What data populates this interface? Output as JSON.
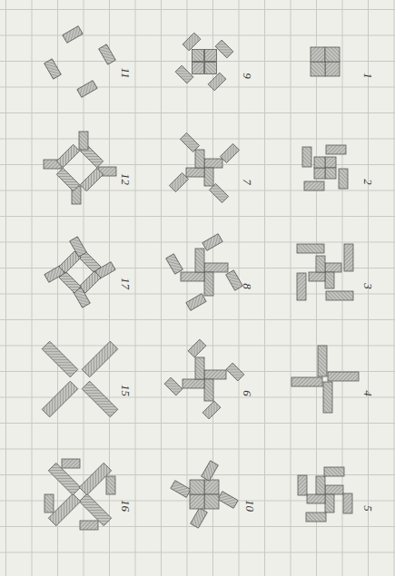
{
  "diagram": {
    "labels": [
      "1",
      "2",
      "3",
      "4",
      "5",
      "9",
      "7",
      "8",
      "6",
      "10",
      "11",
      "12",
      "17",
      "15",
      "16"
    ]
  }
}
